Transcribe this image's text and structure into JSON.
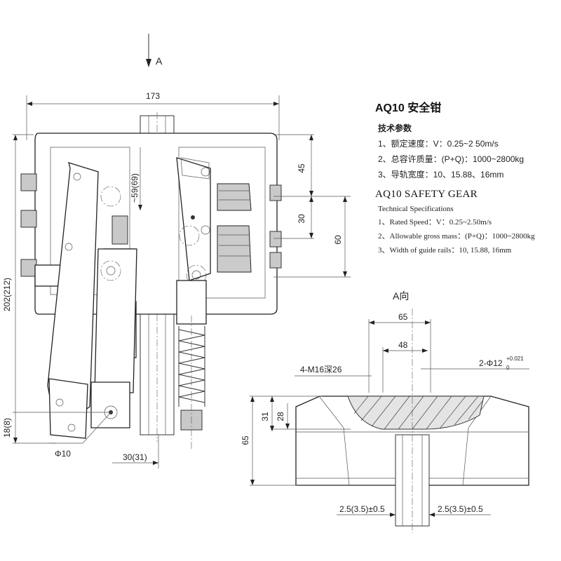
{
  "arrow_label": "A",
  "view_a_label": "A向",
  "spec": {
    "title_cn": "AQ10 安全钳",
    "subtitle_cn": "技术参数",
    "items_cn": [
      "1、额定速度：V：0.25~2 50m/s",
      "2、总容许质量：(P+Q)：1000~2800kg",
      "3、导轨宽度：10、15.88、16mm"
    ],
    "title_en": "AQ10 SAFETY GEAR",
    "subtitle_en": "Technical Specifications",
    "items_en": [
      "1、Rated Speed：V：0.25~2.50m/s",
      "2、Allowable gross mass：(P+Q)：1000~2800kg",
      "3、Width of guide rails：10, 15.88, 16mm"
    ]
  },
  "dimensions": {
    "width_173": "173",
    "height_202": "202(212)",
    "d_18": "18(8)",
    "d_59": "~59(69)",
    "d_45": "45",
    "d_30": "30",
    "d_60": "60",
    "d_phi10": "Φ10",
    "d_30_31": "30(31)",
    "a_65_top": "65",
    "a_48": "48",
    "a_m16": "4-M16深26",
    "a_phi12": "2-Φ12",
    "a_phi12_tol_up": "+0.021",
    "a_phi12_tol_dn": "0",
    "a_31": "31",
    "a_28": "28",
    "a_65_side": "65",
    "a_gap_left": "2.5(3.5)±0.5",
    "a_gap_right": "2.5(3.5)±0.5"
  }
}
